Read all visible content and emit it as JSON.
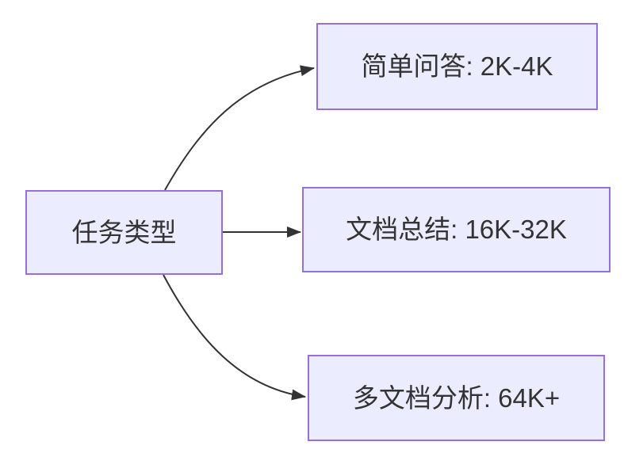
{
  "diagram": {
    "type": "flowchart",
    "direction": "left-to-right",
    "colors": {
      "node_fill": "#ECECFF",
      "node_border": "#9370DB",
      "edge_color": "#333333",
      "text_color": "#333333",
      "background": "#ffffff"
    },
    "root": {
      "id": "task-type",
      "label": "任务类型"
    },
    "branches": [
      {
        "id": "simple-qa",
        "label": "简单问答: 2K-4K"
      },
      {
        "id": "doc-summary",
        "label": "文档总结: 16K-32K"
      },
      {
        "id": "multi-doc",
        "label": "多文档分析: 64K+"
      }
    ],
    "edges": [
      {
        "from": "task-type",
        "to": "simple-qa"
      },
      {
        "from": "task-type",
        "to": "doc-summary"
      },
      {
        "from": "task-type",
        "to": "multi-doc"
      }
    ]
  }
}
